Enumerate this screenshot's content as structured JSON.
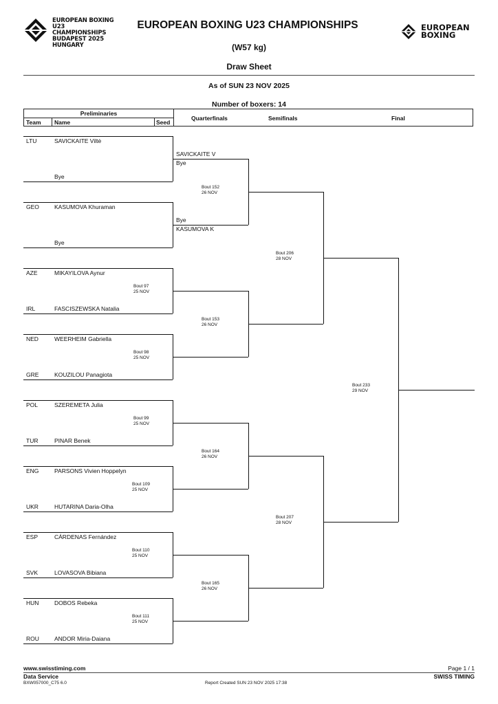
{
  "header": {
    "event_logo_text": "EUROPEAN BOXING\nU23 CHAMPIONSHIPS\nBUDAPEST 2025\nHUNGARY",
    "brand_logo_text": "EUROPEAN\nBOXING",
    "title": "EUROPEAN BOXING U23 CHAMPIONSHIPS",
    "weight_class": "(W57 kg)",
    "sheet_title": "Draw Sheet",
    "as_of": "As of SUN 23 NOV 2025",
    "boxers_count": "Number of boxers: 14"
  },
  "table_header": {
    "preliminaries": "Preliminaries",
    "team": "Team",
    "name": "Name",
    "seed": "Seed",
    "quarterfinals": "Quarterfinals",
    "semifinals": "Semifinals",
    "final": "Final"
  },
  "entries": [
    {
      "team": "LTU",
      "name": "SAVICKAITE Viltė"
    },
    {
      "team": "",
      "name": "Bye"
    },
    {
      "team": "GEO",
      "name": "KASUMOVA Khuraman"
    },
    {
      "team": "",
      "name": "Bye"
    },
    {
      "team": "AZE",
      "name": "MIKAYILOVA Aynur"
    },
    {
      "team": "IRL",
      "name": "FASCISZEWSKA Natalia"
    },
    {
      "team": "NED",
      "name": "WEERHEIM Gabriella"
    },
    {
      "team": "GRE",
      "name": "KOUZILOU Panagiota"
    },
    {
      "team": "POL",
      "name": "SZEREMETA Julia"
    },
    {
      "team": "TUR",
      "name": "PINAR Benek"
    },
    {
      "team": "ENG",
      "name": "PARSONS Vivien Hoppelyn"
    },
    {
      "team": "UKR",
      "name": "HUTARINA Daria-Olha"
    },
    {
      "team": "ESP",
      "name": "CÁRDENAS Fernández"
    },
    {
      "team": "SVK",
      "name": "LOVASOVA Bibiana"
    },
    {
      "team": "HUN",
      "name": "DOBOS Rebeka"
    },
    {
      "team": "ROU",
      "name": "ANDOR Miria-Daiana"
    }
  ],
  "quarterfinal_entries": [
    {
      "name": "SAVICKAITE V"
    },
    {
      "name": "Bye"
    },
    {
      "name": "Bye"
    },
    {
      "name": "KASUMOVA K"
    }
  ],
  "bouts": {
    "prelim": [
      {
        "no": "Bout  97",
        "date": "25 NOV"
      },
      {
        "no": "Bout  98",
        "date": "25 NOV"
      },
      {
        "no": "Bout  99",
        "date": "25 NOV"
      },
      {
        "no": "Bout  109",
        "date": "25 NOV"
      },
      {
        "no": "Bout  110",
        "date": "25 NOV"
      },
      {
        "no": "Bout  111",
        "date": "25 NOV"
      }
    ],
    "quarter": [
      {
        "no": "Bout  152",
        "date": "26 NOV"
      },
      {
        "no": "Bout  153",
        "date": "26 NOV"
      },
      {
        "no": "Bout  164",
        "date": "26 NOV"
      },
      {
        "no": "Bout  165",
        "date": "26 NOV"
      }
    ],
    "semi": [
      {
        "no": "Bout  206",
        "date": "28 NOV"
      },
      {
        "no": "Bout  207",
        "date": "28 NOV"
      }
    ],
    "final": {
      "no": "Bout  233",
      "date": "29 NOV"
    }
  },
  "footer": {
    "website": "www.swisstiming.com",
    "service": "Data Service",
    "code": "BXW057000_C75 6.0",
    "report_created": "Report Created  SUN 23 NOV 2025 17:38",
    "page": "Page 1 / 1",
    "brand": "SWISS TIMING"
  }
}
